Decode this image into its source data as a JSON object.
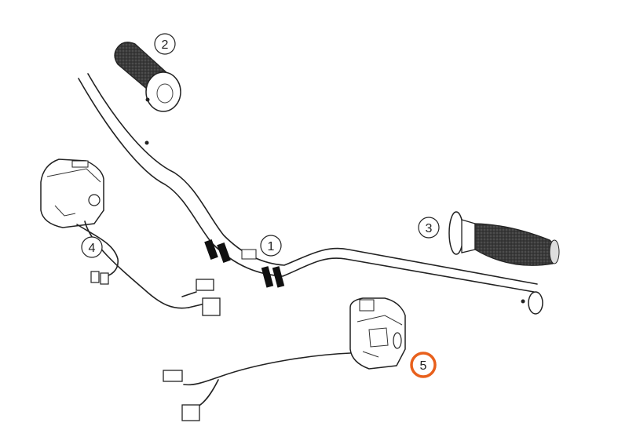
{
  "callouts": [
    {
      "label": "1",
      "part": "handlebar"
    },
    {
      "label": "2",
      "part": "left-grip"
    },
    {
      "label": "3",
      "part": "right-grip"
    },
    {
      "label": "4",
      "part": "left-switch-assembly"
    },
    {
      "label": "5",
      "part": "right-switch-assembly"
    }
  ],
  "highlight": {
    "callout": "5",
    "color": "#e8601c"
  },
  "colors": {
    "line": "#222222",
    "grip": "#2b2b2b"
  }
}
